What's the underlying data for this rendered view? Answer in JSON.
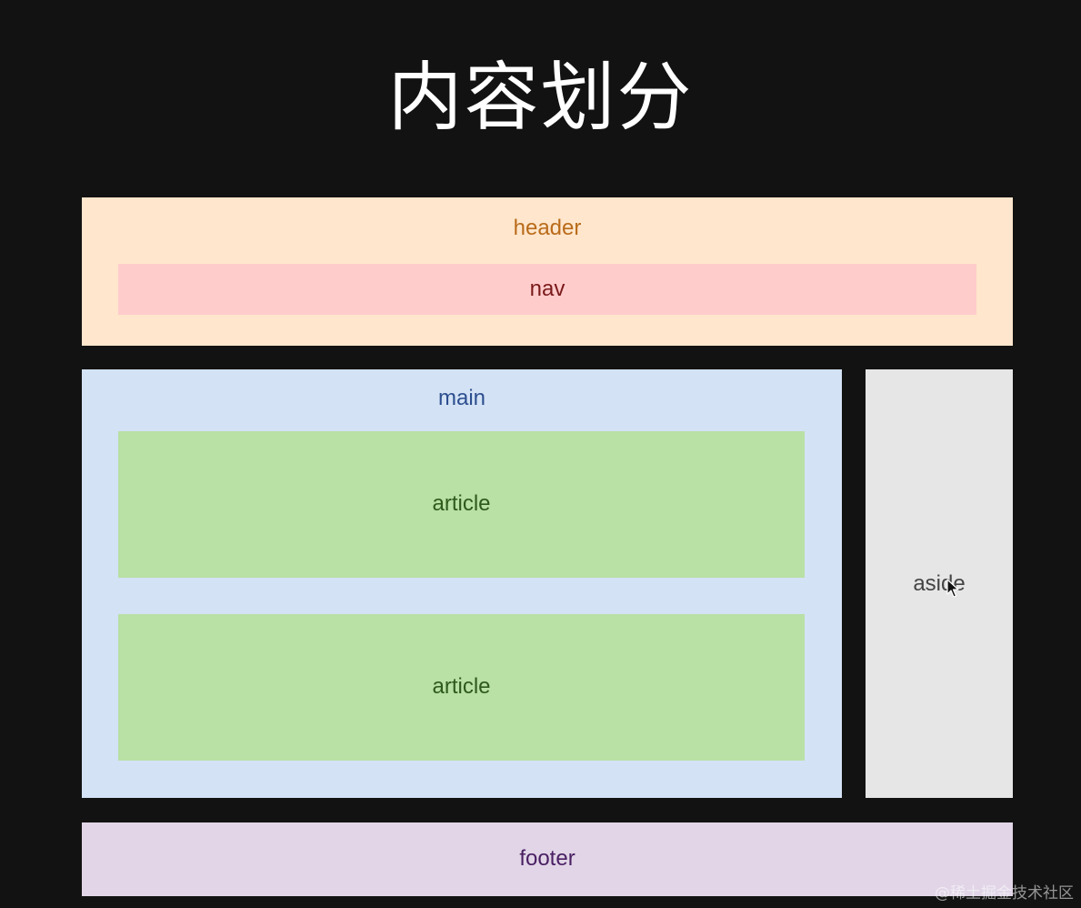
{
  "title": "内容划分",
  "blocks": {
    "header": "header",
    "nav": "nav",
    "main": "main",
    "article_1": "article",
    "article_2": "article",
    "aside": "aside",
    "footer": "footer"
  },
  "colors": {
    "background": "#121212",
    "header": "#ffe6cc",
    "nav": "#ffcccc",
    "main": "#d3e2f5",
    "article": "#b9e0a5",
    "aside": "#e6e6e6",
    "footer": "#e1d5e7"
  },
  "cursor_icon": "pointer-cursor-icon",
  "watermark": "@稀土掘金技术社区"
}
